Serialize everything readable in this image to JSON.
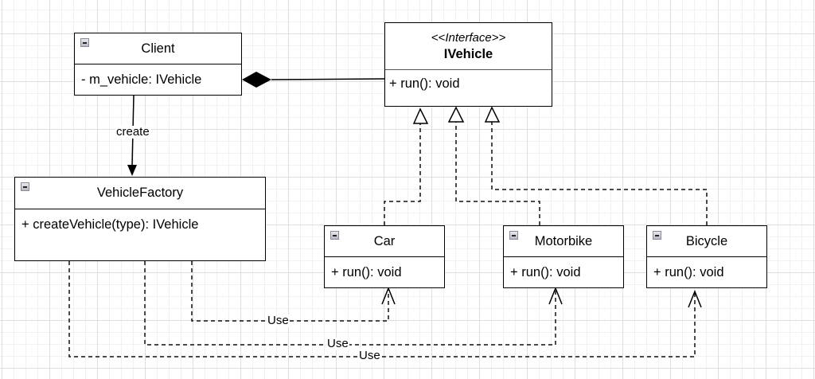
{
  "diagram": {
    "type": "UML class diagram",
    "classes": {
      "client": {
        "name": "Client",
        "members": [
          "- m_vehicle: IVehicle"
        ]
      },
      "ivehicle": {
        "stereotype": "<<Interface>>",
        "name": "IVehicle",
        "members": [
          "+ run(): void"
        ]
      },
      "factory": {
        "name": "VehicleFactory",
        "members": [
          "+ createVehicle(type): IVehicle"
        ]
      },
      "car": {
        "name": "Car",
        "members": [
          "+ run(): void"
        ]
      },
      "motorbike": {
        "name": "Motorbike",
        "members": [
          "+ run(): void"
        ]
      },
      "bicycle": {
        "name": "Bicycle",
        "members": [
          "+ run(): void"
        ]
      }
    },
    "relations": [
      {
        "from": "Client",
        "to": "IVehicle",
        "kind": "composition",
        "label": ""
      },
      {
        "from": "Client",
        "to": "VehicleFactory",
        "kind": "association",
        "label": "create"
      },
      {
        "from": "Car",
        "to": "IVehicle",
        "kind": "realization",
        "label": ""
      },
      {
        "from": "Motorbike",
        "to": "IVehicle",
        "kind": "realization",
        "label": ""
      },
      {
        "from": "Bicycle",
        "to": "IVehicle",
        "kind": "realization",
        "label": ""
      },
      {
        "from": "VehicleFactory",
        "to": "Car",
        "kind": "dependency",
        "label": "Use"
      },
      {
        "from": "VehicleFactory",
        "to": "Motorbike",
        "kind": "dependency",
        "label": "Use"
      },
      {
        "from": "VehicleFactory",
        "to": "Bicycle",
        "kind": "dependency",
        "label": "Use"
      }
    ],
    "labels": {
      "create": "create",
      "use_car": "Use",
      "use_motorbike": "Use",
      "use_bicycle": "Use"
    }
  }
}
